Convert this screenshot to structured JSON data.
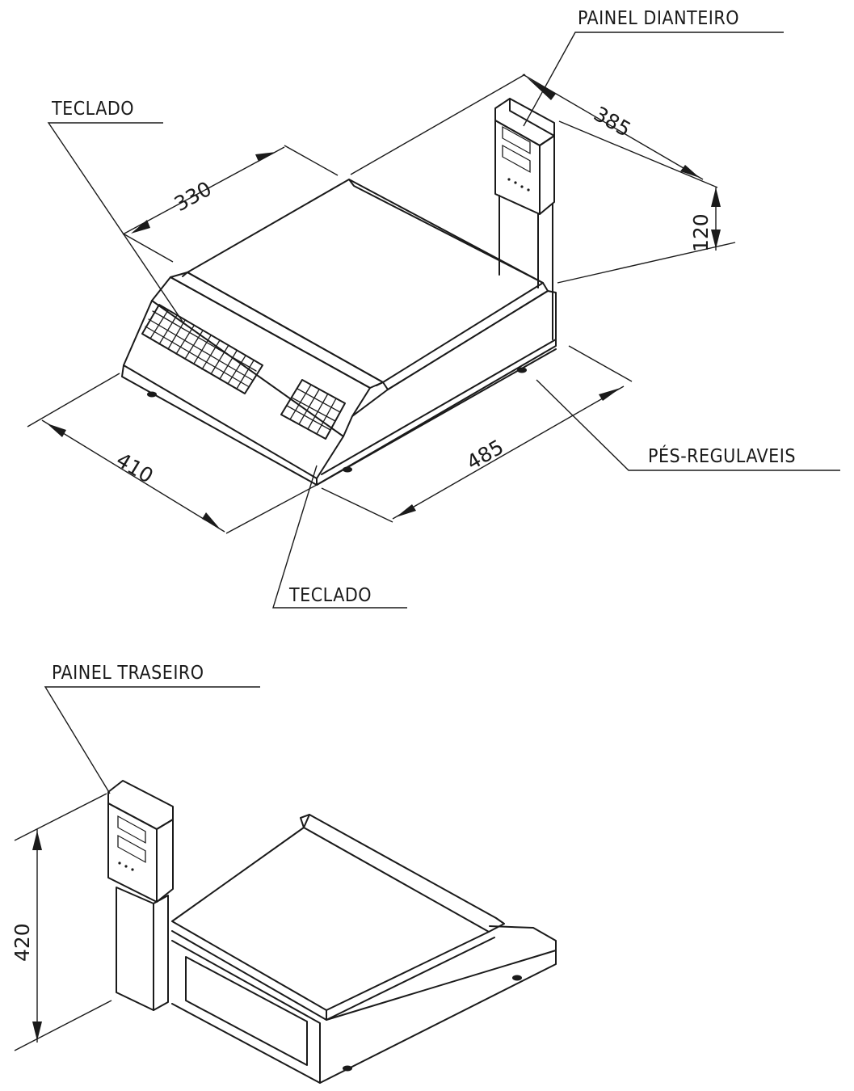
{
  "labels": {
    "keyboard_top": "TECLADO",
    "keyboard_bottom": "TECLADO",
    "front_panel": "PAINEL DIANTEIRO",
    "rear_panel": "PAINEL TRASEIRO",
    "adjustable_feet": "PÉS-REGULAVEIS"
  },
  "dimensions": {
    "platter_width": "330",
    "column_width": "385",
    "column_height": "120",
    "base_depth": "410",
    "base_length": "485",
    "overall_height": "420"
  }
}
